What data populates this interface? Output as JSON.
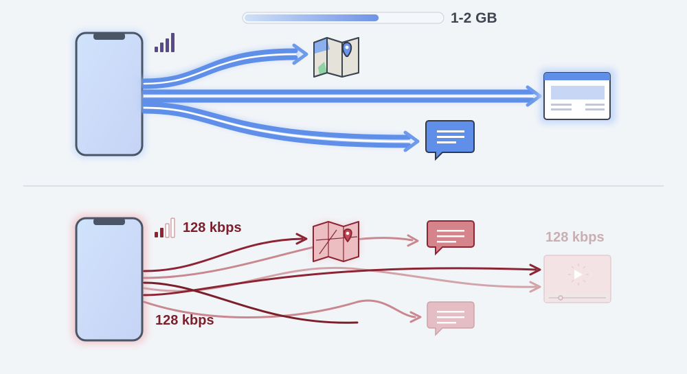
{
  "top_scenario": {
    "data_allowance_label": "1-2 GB",
    "data_usage_fraction": 0.68,
    "colors": {
      "accent": "#4f86e6",
      "glow": "#bcd3f7"
    }
  },
  "bottom_scenario": {
    "throttled_speed_label": "128 kbps",
    "throttled_speed_label_lower": "128 kbps",
    "video_speed_label": "128 kbps",
    "colors": {
      "accent": "#8c2433",
      "faded": "#d6a2a8"
    }
  }
}
